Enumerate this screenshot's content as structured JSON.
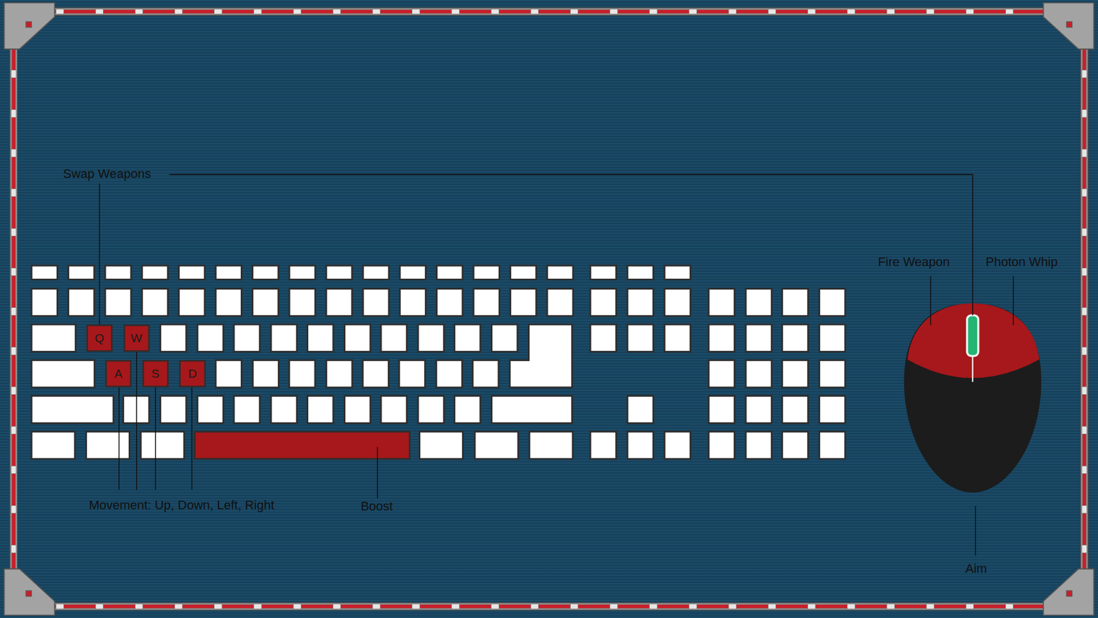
{
  "diagram": {
    "nodes": [
      {
        "text": [
          "Q"
        ]
      },
      {
        "text": [
          "W"
        ]
      },
      {
        "text": [
          "A"
        ]
      },
      {
        "text": [
          "S"
        ]
      },
      {
        "text": [
          "D"
        ]
      }
    ],
    "labels": [
      "Swap Weapons",
      "Fire Weapon",
      "Photon Whip",
      "Movement: Up, Down, Left, Right",
      "Boost",
      "Aim"
    ]
  }
}
